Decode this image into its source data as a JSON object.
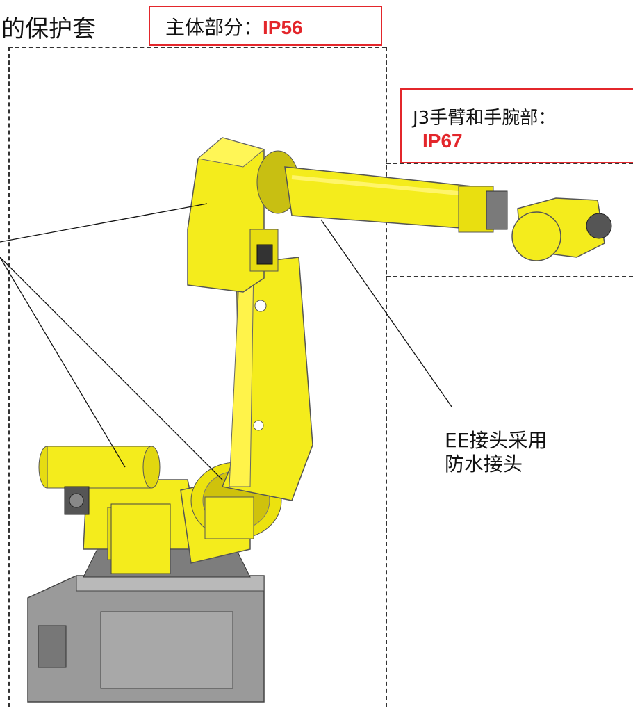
{
  "title_partial": "的保护套",
  "body_label": {
    "prefix": "主体部分：",
    "rating": "IP56"
  },
  "arm_label": {
    "line1": "J3手臂和手腕部：",
    "rating": "IP67"
  },
  "ee_label": {
    "line1": "EE接头采用",
    "line2": "防水接头"
  },
  "colors": {
    "accent": "#e3262b",
    "robot_yellow": "#f4ec1c",
    "base_gray": "#8c8c8c"
  },
  "icons": [
    "robot-arm-illustration"
  ]
}
